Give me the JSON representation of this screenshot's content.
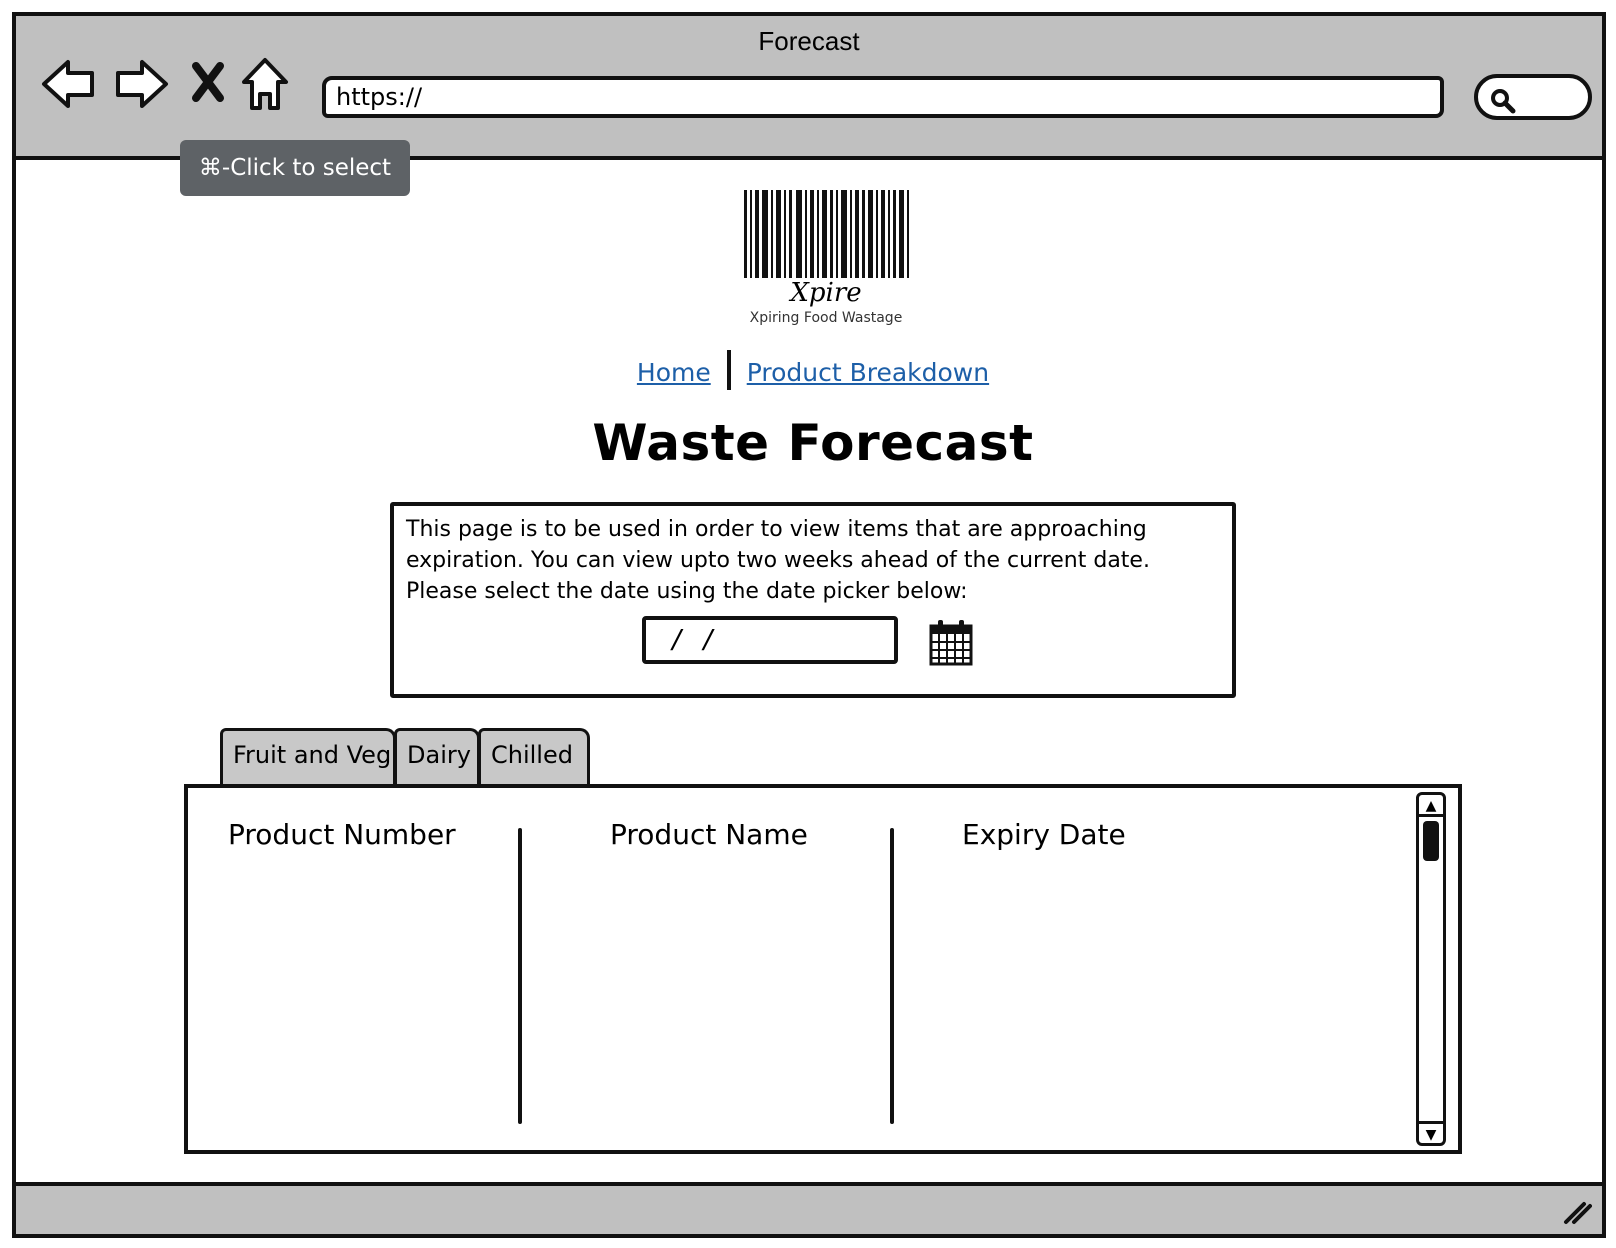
{
  "window": {
    "title": "Forecast"
  },
  "browser": {
    "url": "https://",
    "icons": [
      "back-arrow-icon",
      "forward-arrow-icon",
      "stop-icon",
      "home-icon",
      "search-icon"
    ]
  },
  "tooltip": {
    "text": "⌘-Click to select"
  },
  "logo": {
    "name": "Xpire",
    "tagline": "Xpiring Food Wastage"
  },
  "nav_links": [
    {
      "label": "Home"
    },
    {
      "label": "Product Breakdown"
    }
  ],
  "page_title": "Waste Forecast",
  "info": {
    "line1": "This page is to be used in order to view items that are approaching",
    "line2": "expiration. You can view upto two weeks ahead of the current date.",
    "line3": "Please select the date using the date picker below:",
    "date_value": "/ /"
  },
  "tabs": [
    {
      "label": "Fruit and Veg"
    },
    {
      "label": "Dairy"
    },
    {
      "label": "Chilled"
    }
  ],
  "table": {
    "columns": [
      "Product Number",
      "Product Name",
      "Expiry Date"
    ],
    "rows": []
  },
  "colors": {
    "chrome": "#c0c0c0",
    "link": "#1d5fa8",
    "tab": "#c8c8c8",
    "tooltip": "#5e6266"
  }
}
